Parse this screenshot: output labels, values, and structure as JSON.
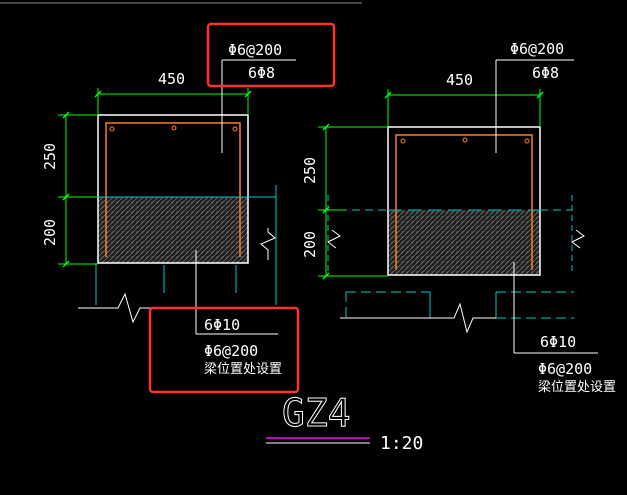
{
  "colors": {
    "background": "#000000",
    "outline": "#ffffff",
    "dimension": "#00ff00",
    "rebar": "#ff7f27",
    "cyan": "#00c8c8",
    "highlight": "#ff3030",
    "title_underline": "#ff00ff"
  },
  "left_detail": {
    "top_callout": {
      "line1": "Φ6@200",
      "line2": "6Φ8"
    },
    "width_dim": "450",
    "upper_dim": "250",
    "lower_dim": "200",
    "bottom_callout": {
      "line1": "6Φ10",
      "line2": "Φ6@200",
      "line3": "梁位置处设置"
    }
  },
  "right_detail": {
    "top_callout": {
      "line1": "Φ6@200",
      "line2": "6Φ8"
    },
    "width_dim": "450",
    "upper_dim": "250",
    "lower_dim": "200",
    "bottom_callout": {
      "line1": "6Φ10",
      "line2": "Φ6@200",
      "line3": "梁位置处设置"
    }
  },
  "title": {
    "name": "GZ4",
    "scale": "1:20"
  }
}
